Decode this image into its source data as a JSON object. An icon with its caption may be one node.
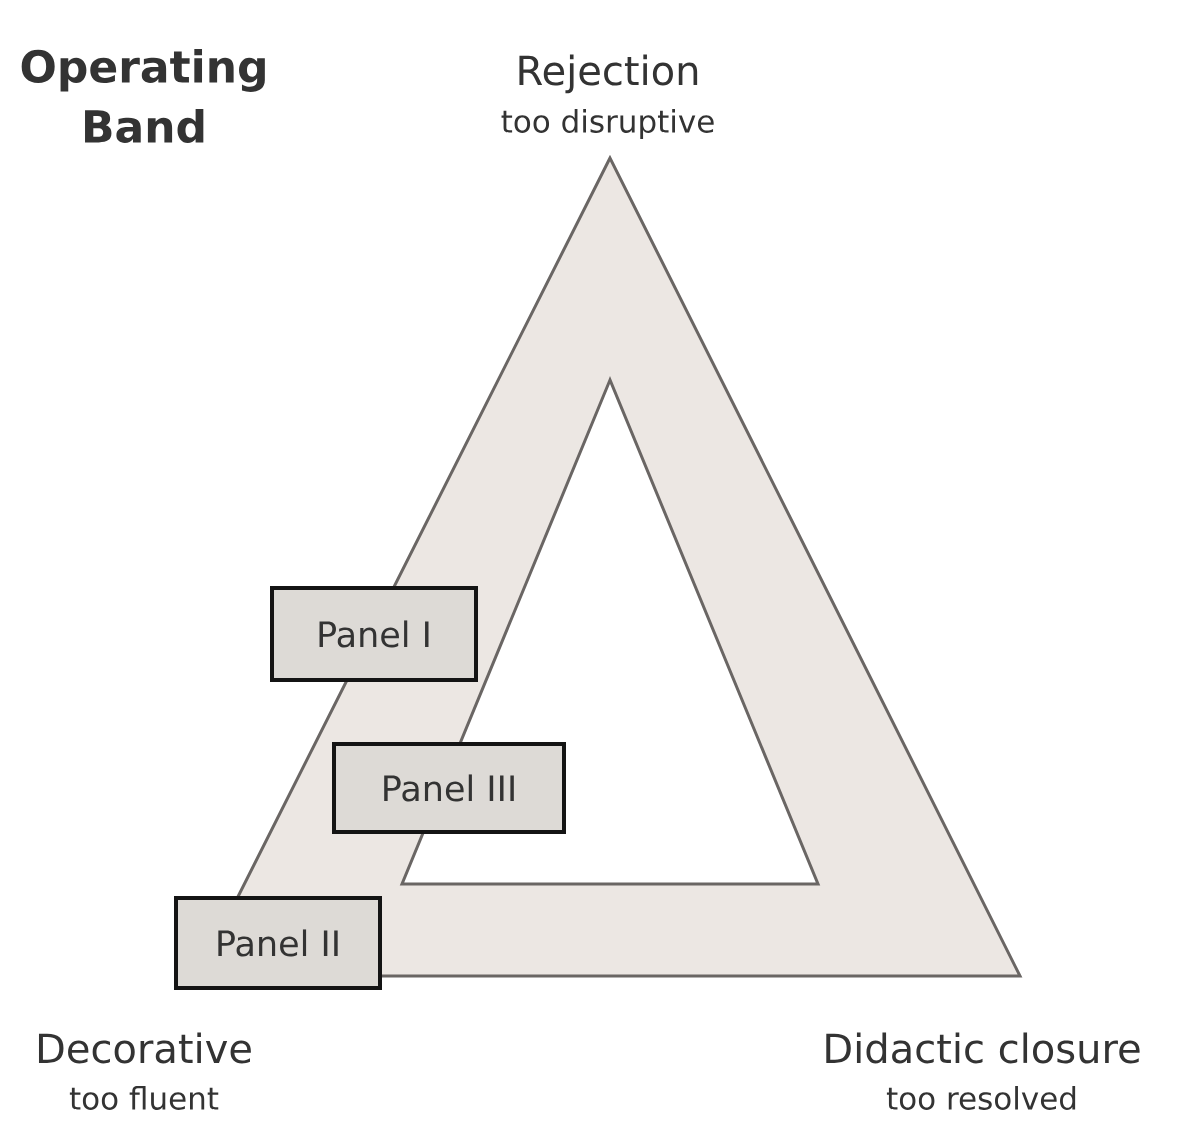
{
  "diagram": {
    "title": "Operating Band",
    "nodes": [
      {
        "text": [
          "Panel I"
        ]
      },
      {
        "text": [
          "Panel III"
        ]
      },
      {
        "text": [
          "Panel II"
        ]
      }
    ],
    "labels": [
      "Rejection",
      "too disruptive",
      "Decorative",
      "too fluent",
      "Didactic closure",
      "too resolved"
    ]
  }
}
